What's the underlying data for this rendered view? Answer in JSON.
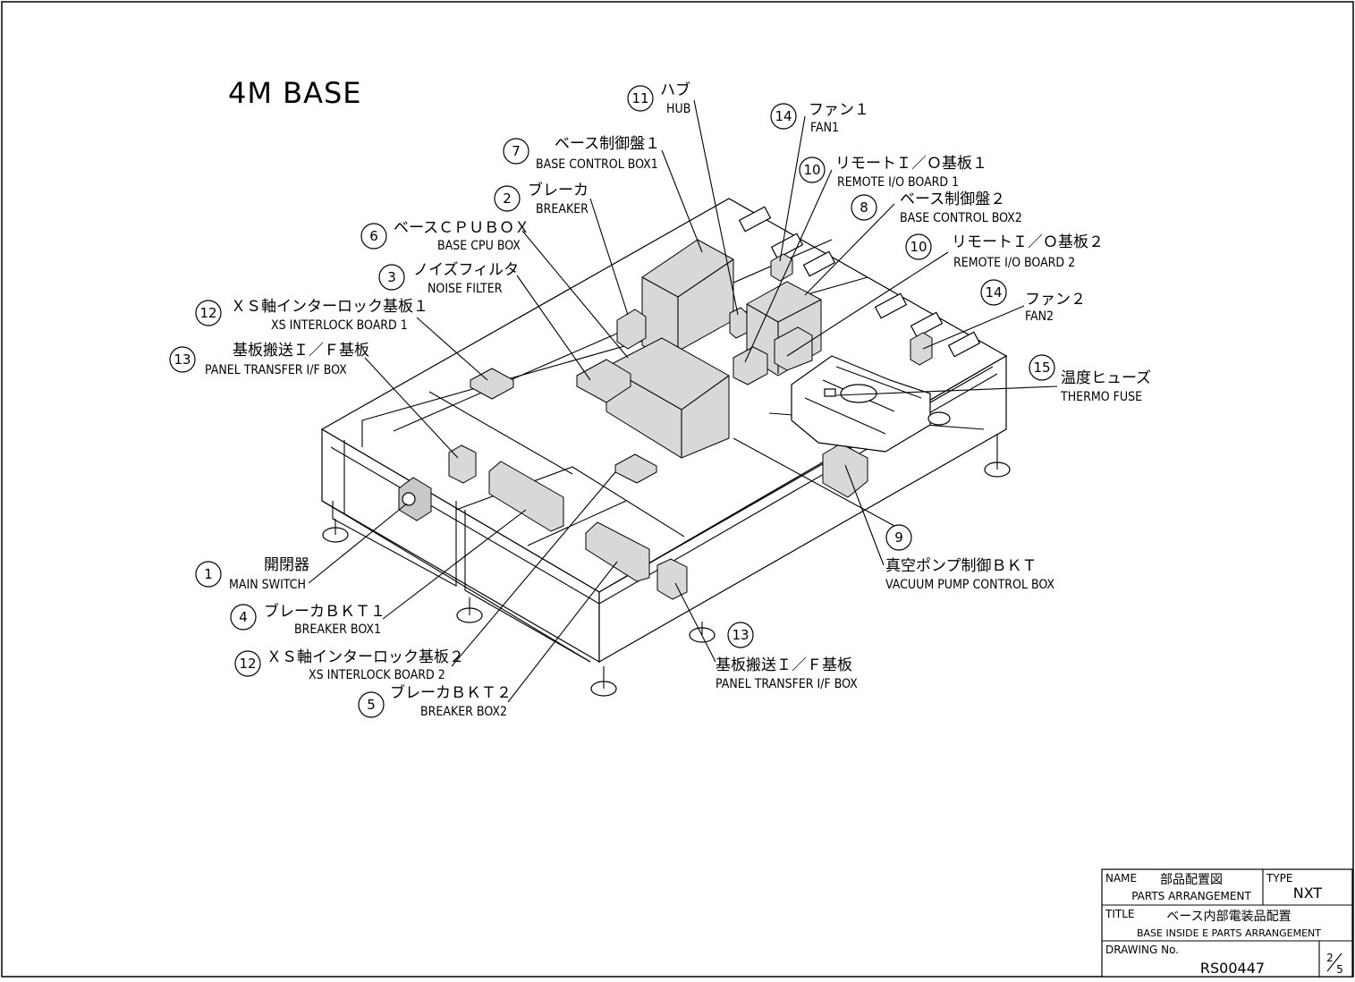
{
  "drawing_title": "4M BASE",
  "callouts": [
    {
      "num": "11",
      "jp": "ハブ",
      "en": "HUB"
    },
    {
      "num": "14",
      "jp": "ファン１",
      "en": "FAN1"
    },
    {
      "num": "7",
      "jp": "ベース制御盤１",
      "en": "BASE CONTROL BOX1"
    },
    {
      "num": "10",
      "jp": "リモートＩ／Ｏ基板１",
      "en": "REMOTE I/O BOARD 1"
    },
    {
      "num": "2",
      "jp": "ブレーカ",
      "en": "BREAKER"
    },
    {
      "num": "8",
      "jp": "ベース制御盤２",
      "en": "BASE CONTROL BOX2"
    },
    {
      "num": "6",
      "jp": "ベースＣＰＵＢＯＸ",
      "en": "BASE CPU BOX"
    },
    {
      "num": "10",
      "jp": "リモートＩ／Ｏ基板２",
      "en": "REMOTE I/O BOARD 2"
    },
    {
      "num": "3",
      "jp": "ノイズフィルタ",
      "en": "NOISE FILTER"
    },
    {
      "num": "14",
      "jp": "ファン２",
      "en": "FAN2"
    },
    {
      "num": "12",
      "jp": "ＸＳ軸インターロック基板１",
      "en": "XS INTERLOCK BOARD 1"
    },
    {
      "num": "13",
      "jp": "基板搬送Ｉ／Ｆ基板",
      "en": "PANEL TRANSFER I/F BOX"
    },
    {
      "num": "15",
      "jp": "温度ヒューズ",
      "en": "THERMO FUSE"
    },
    {
      "num": "1",
      "jp": "開閉器",
      "en": "MAIN SWITCH"
    },
    {
      "num": "9",
      "jp": "真空ポンプ制御ＢＫＴ",
      "en": "VACUUM PUMP CONTROL BOX"
    },
    {
      "num": "4",
      "jp": "ブレーカＢＫＴ１",
      "en": "BREAKER BOX1"
    },
    {
      "num": "13",
      "jp": "基板搬送Ｉ／Ｆ基板",
      "en": "PANEL TRANSFER I/F BOX"
    },
    {
      "num": "12",
      "jp": "ＸＳ軸インターロック基板２",
      "en": "XS INTERLOCK BOARD 2"
    },
    {
      "num": "5",
      "jp": "ブレーカＢＫＴ２",
      "en": "BREAKER BOX2"
    }
  ],
  "title_block": {
    "name_label": "NAME",
    "name_jp": "部品配置図",
    "name_en": "PARTS ARRANGEMENT",
    "type_label": "TYPE",
    "type_value": "NXT",
    "title_label": "TITLE",
    "title_jp": "ベース内部電装品配置",
    "title_en": "BASE INSIDE E PARTS ARRANGEMENT",
    "drawing_no_label": "DRAWING No.",
    "drawing_no": "RS00447",
    "sheet_num": "2",
    "sheet_den": "5"
  }
}
